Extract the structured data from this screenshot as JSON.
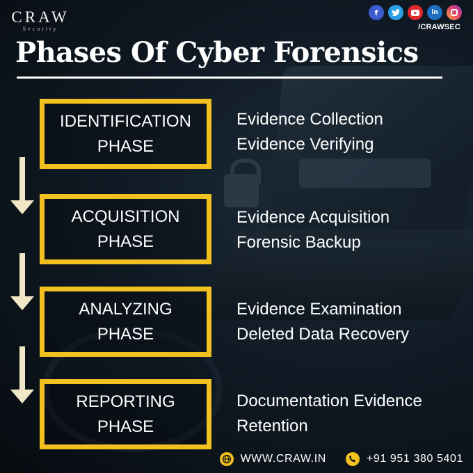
{
  "brand": {
    "name": "CRAW",
    "tagline": "Security"
  },
  "social": {
    "icons": [
      "facebook-icon",
      "twitter-icon",
      "youtube-icon",
      "linkedin-icon",
      "instagram-icon"
    ],
    "handle": "/CRAWSEC"
  },
  "title": "Phases Of Cyber Forensics",
  "phases": [
    {
      "name": [
        "IDENTIFICATION",
        "PHASE"
      ],
      "items": [
        "Evidence Collection",
        "Evidence Verifying"
      ]
    },
    {
      "name": [
        "ACQUISITION",
        "PHASE"
      ],
      "items": [
        "Evidence Acquisition",
        "Forensic Backup"
      ]
    },
    {
      "name": [
        "ANALYZING",
        "PHASE"
      ],
      "items": [
        "Evidence Examination",
        "Deleted Data Recovery"
      ]
    },
    {
      "name": [
        "REPORTING",
        "PHASE"
      ],
      "items": [
        "Documentation Evidence",
        "Retention"
      ]
    }
  ],
  "footer": {
    "website": "WWW.CRAW.IN",
    "phone": "+91 951 380 5401"
  },
  "colors": {
    "accent": "#f3c11f",
    "arrow": "#efe7c6",
    "background": "#0b1118"
  }
}
